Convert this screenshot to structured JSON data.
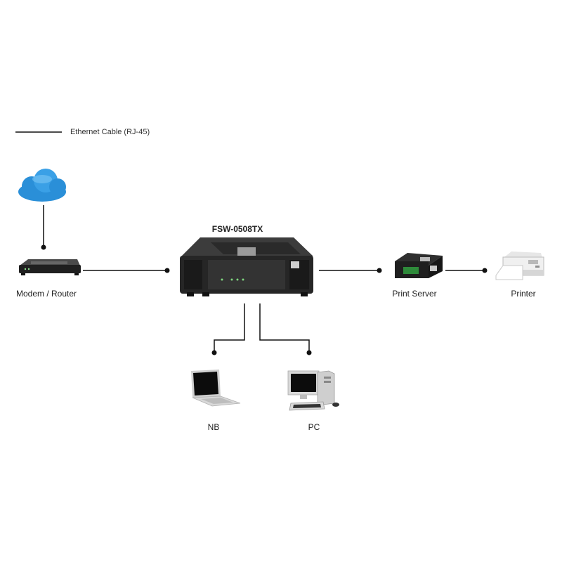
{
  "legend": {
    "label": "Ethernet Cable (RJ-45)"
  },
  "switch": {
    "model": "FSW-0508TX"
  },
  "devices": {
    "router": "Modem / Router",
    "print_server": "Print Server",
    "printer": "Printer",
    "notebook": "NB",
    "pc": "PC"
  },
  "colors": {
    "line": "#111111",
    "cloud": "#2a8fd8",
    "device": "#2b2b2b"
  }
}
